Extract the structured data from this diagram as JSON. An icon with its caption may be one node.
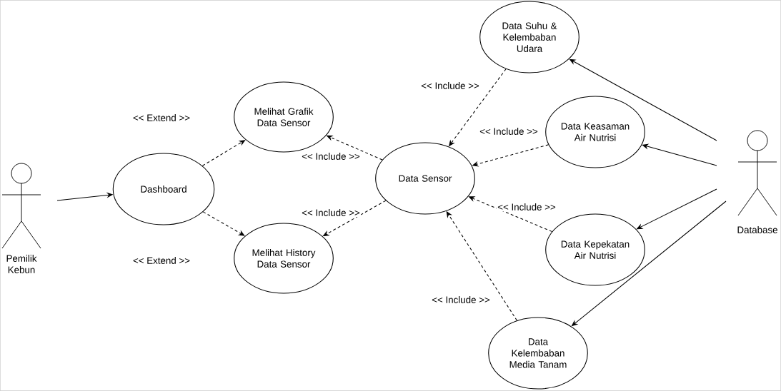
{
  "diagram": {
    "nodes": [
      {
        "text": [
          "Pemilik Kebun"
        ]
      },
      {
        "text": [
          "Dashboard"
        ]
      },
      {
        "text": [
          "Melihat Grafik Data Sensor"
        ]
      },
      {
        "text": [
          "Melihat History Data Sensor"
        ]
      },
      {
        "text": [
          "Data Sensor"
        ]
      },
      {
        "text": [
          "Data Suhu & Kelembaban Udara"
        ]
      },
      {
        "text": [
          "Data Keasaman Air Nutrisi"
        ]
      },
      {
        "text": [
          "Data Kepekatan Air Nutrisi"
        ]
      },
      {
        "text": [
          "Data Kelembaban Media Tanam"
        ]
      },
      {
        "text": [
          "Database"
        ]
      }
    ],
    "edges": [
      {
        "from": 0,
        "to": 1,
        "arrow": "to"
      },
      {
        "from": 1,
        "to": 2,
        "arrow": "to",
        "style": "dashed",
        "label": "<< Extend >>"
      },
      {
        "from": 1,
        "to": 3,
        "arrow": "to",
        "style": "dashed",
        "label": "<< Extend >>"
      },
      {
        "from": 4,
        "to": 2,
        "arrow": "to",
        "style": "dashed",
        "label": "<< Include >>"
      },
      {
        "from": 4,
        "to": 3,
        "arrow": "to",
        "style": "dashed",
        "label": "<< Include >>"
      },
      {
        "from": 5,
        "to": 4,
        "arrow": "to",
        "style": "dashed",
        "label": "<< Include >>"
      },
      {
        "from": 6,
        "to": 4,
        "arrow": "to",
        "style": "dashed",
        "label": "<< Include >>"
      },
      {
        "from": 7,
        "to": 4,
        "arrow": "to",
        "style": "dashed",
        "label": "<< Include >>"
      },
      {
        "from": 8,
        "to": 4,
        "arrow": "to",
        "style": "dashed",
        "label": "<< Include >>"
      },
      {
        "from": 9,
        "to": 5,
        "arrow": "to"
      },
      {
        "from": 9,
        "to": 6,
        "arrow": "to"
      },
      {
        "from": 9,
        "to": 7,
        "arrow": "to"
      },
      {
        "from": 9,
        "to": 8,
        "arrow": "to"
      }
    ]
  }
}
